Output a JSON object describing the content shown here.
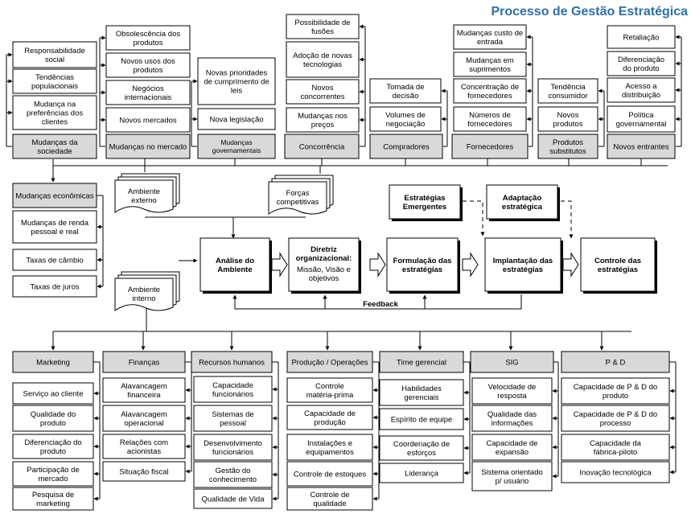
{
  "title": "Processo de Gestão Estratégica",
  "top": {
    "sociedade": {
      "header": "Mudanças da sociedade",
      "items": [
        "Responsabilidade social",
        "Tendências populacionais",
        "Mudança na preferências dos clientes"
      ]
    },
    "mercado": {
      "header": "Mudanças no mercado",
      "items": [
        "Obsolescência dos produtos",
        "Novos usos dos produtos",
        "Negócios internacionais",
        "Novos mercados"
      ]
    },
    "governamentais": {
      "header": "Mudanças governamentais",
      "items": [
        "Novas prioridades de cumprimento de leis",
        "Nova legislação"
      ]
    },
    "concorrencia": {
      "header": "Concorrência",
      "items": [
        "Possibilidade de fusões",
        "Adoção de novas tecnologias",
        "Novos concorrentes",
        "Mudanças nos preços"
      ]
    },
    "compradores": {
      "header": "Compradores",
      "items": [
        "Tomada de decisão",
        "Volumes de negociação"
      ]
    },
    "fornecedores": {
      "header": "Fornecedores",
      "items": [
        "Mudanças custo de entrada",
        "Mudanças em suprimentos",
        "Concentração de fornecedores",
        "Números de fornecedores"
      ]
    },
    "substitutos": {
      "header": "Produtos substitutos",
      "items": [
        "Tendência consumidor",
        "Novos produtos"
      ]
    },
    "entrantes": {
      "header": "Novos entrantes",
      "items": [
        "Retaliação",
        "Diferenciação do produto",
        "Acesso a distribuição",
        "Política governamental"
      ]
    }
  },
  "economicas": {
    "header": "Mudanças econômicas",
    "items": [
      "Mudanças de renda pessoal e real",
      "Taxas de câmbio",
      "Taxas de juros"
    ]
  },
  "docs": {
    "externo": "Ambiente externo",
    "forcas": "Forças competitivas",
    "interno": "Ambiente interno"
  },
  "process": {
    "analise": "Análise do Ambiente",
    "diretriz_title": "Diretriz organizacional:",
    "diretriz_rest": "Missão, Visão e objetivos",
    "formulacao": "Formulação das estratégias",
    "implantacao": "Implantação das estratégias",
    "controle": "Controle das estratégias",
    "emergentes": "Estratégias Emergentes",
    "adaptacao": "Adaptação estratégica",
    "feedback": "Feedback"
  },
  "bottom": {
    "marketing": {
      "header": "Marketing",
      "items": [
        "Serviço ao cliente",
        "Qualidade do produto",
        "Diferenciação do produto",
        "Participação de mercado",
        "Pesquisa de marketing"
      ]
    },
    "financas": {
      "header": "Finanças",
      "items": [
        "Alavancagem financeira",
        "Alavancagem operacional",
        "Relações com acionistas",
        "Situação fiscal"
      ]
    },
    "rh": {
      "header": "Recursos humanos",
      "items": [
        "Capacidade funcionários",
        "Sistemas de pessoal",
        "Desenvolvimento funcionários",
        "Gestão do conhecimento",
        "Qualidade de Vida"
      ]
    },
    "producao": {
      "header": "Produção / Operações",
      "items": [
        "Controle matéria-prima",
        "Capacidade de produção",
        "Instalações e equipamentos",
        "Controle de estoques",
        "Controle de qualidade"
      ]
    },
    "time": {
      "header": "Time gerencial",
      "items": [
        "Habilidades gerenciais",
        "Espírito de equipe",
        "Coordenação de esforços",
        "Liderança"
      ]
    },
    "sig": {
      "header": "SIG",
      "items": [
        "Velocidade de resposta",
        "Qualidade das informações",
        "Capacidade de expansão",
        "Sistema orientado p/ usuário"
      ]
    },
    "pd": {
      "header": "P & D",
      "items": [
        "Capacidade de P & D do produto",
        "Capacidade de P & D do processo",
        "Capacidade da fábrica-piloto",
        "Inovação tecnológica"
      ]
    }
  }
}
